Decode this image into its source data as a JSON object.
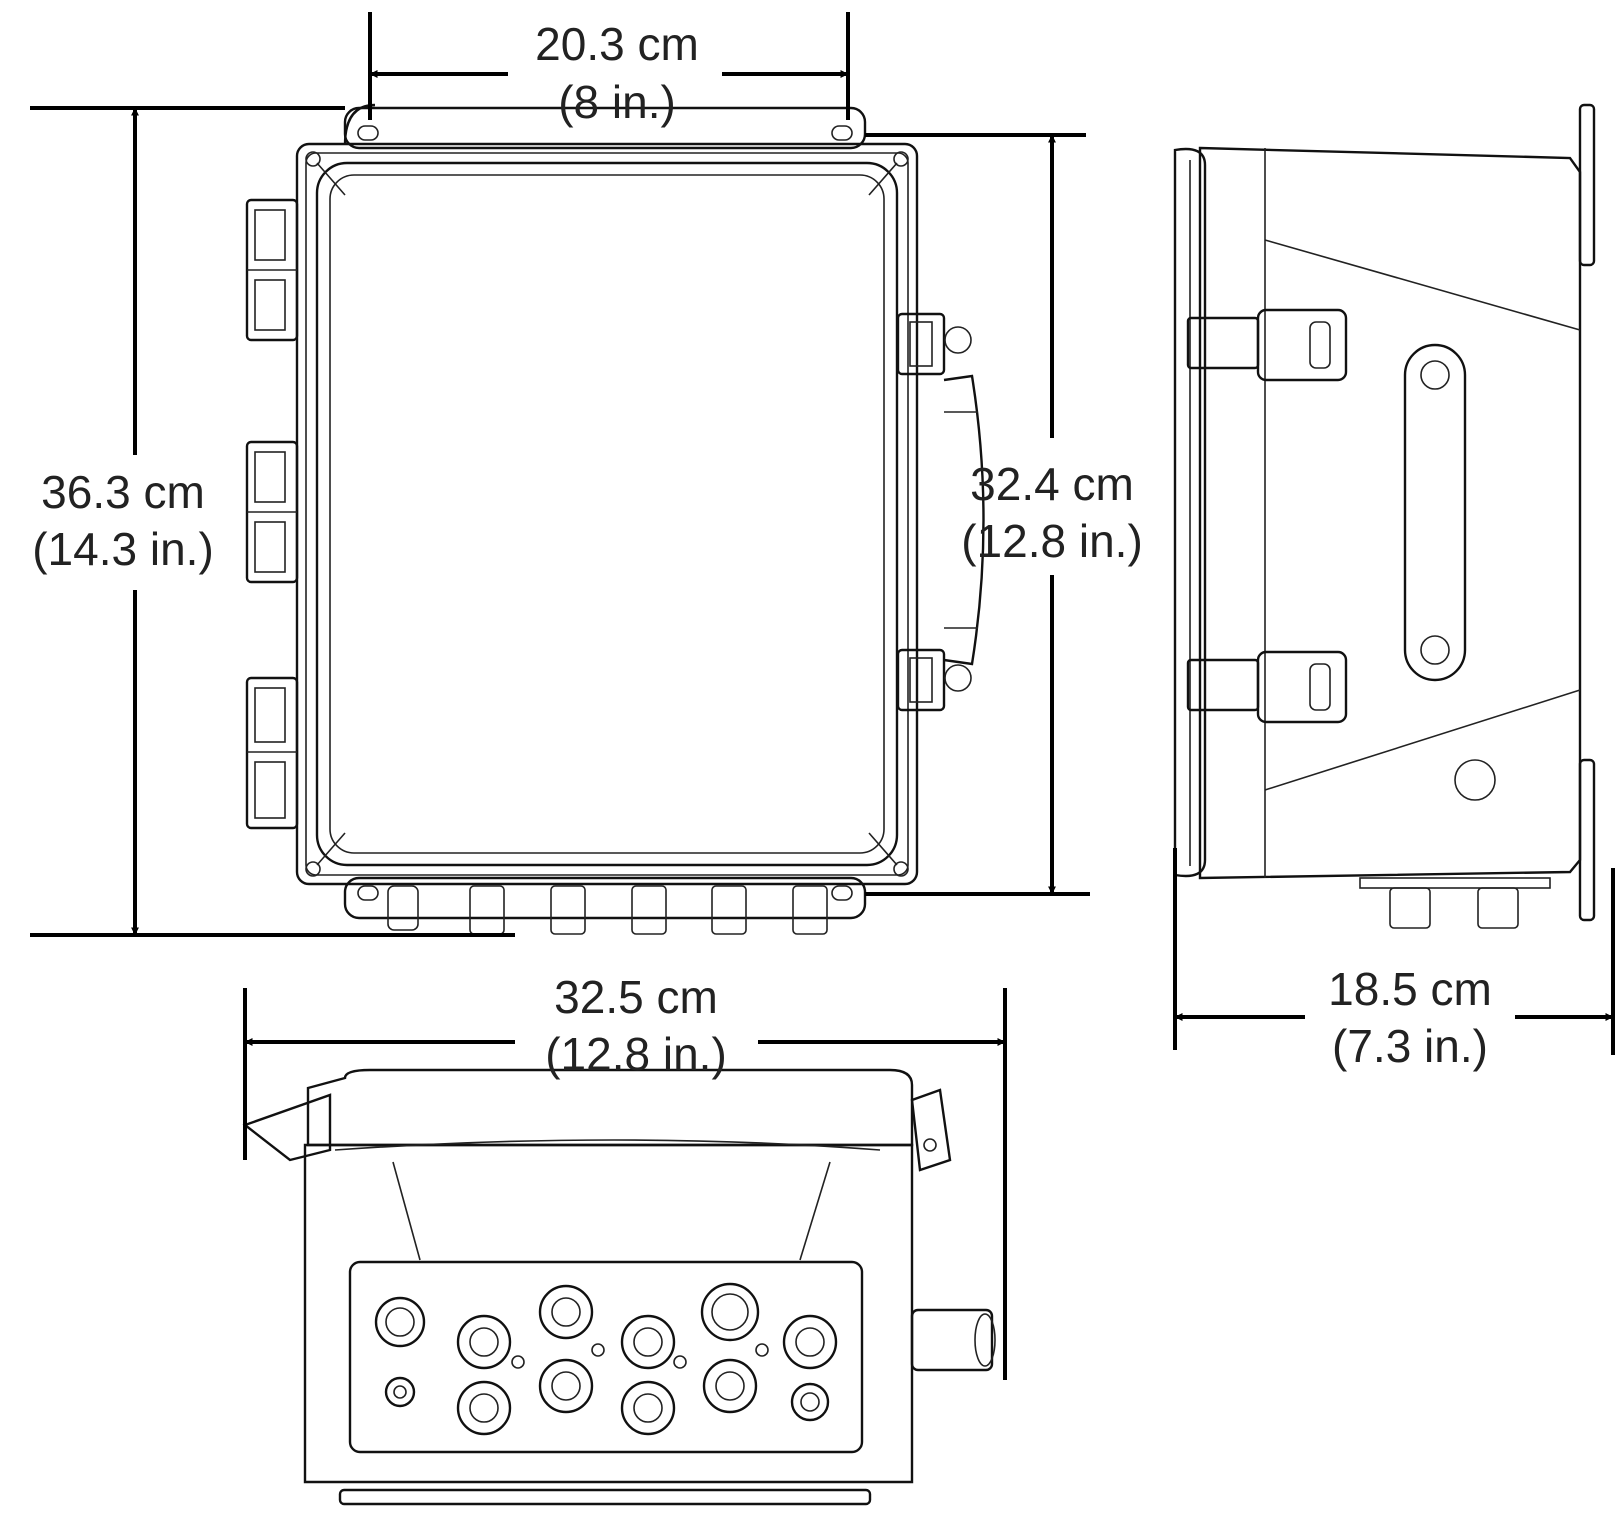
{
  "dimensions": {
    "front_width": {
      "metric": "20.3 cm",
      "imperial": "(8 in.)"
    },
    "front_height_overall": {
      "metric": "36.3 cm",
      "imperial": "(14.3 in.)"
    },
    "front_height_body": {
      "metric": "32.4 cm",
      "imperial": "(12.8 in.)"
    },
    "side_depth": {
      "metric": "18.5 cm",
      "imperial": "(7.3 in.)"
    },
    "bottom_width": {
      "metric": "32.5 cm",
      "imperial": "(12.8 in.)"
    }
  },
  "colors": {
    "line": "#111111",
    "background": "#ffffff"
  }
}
